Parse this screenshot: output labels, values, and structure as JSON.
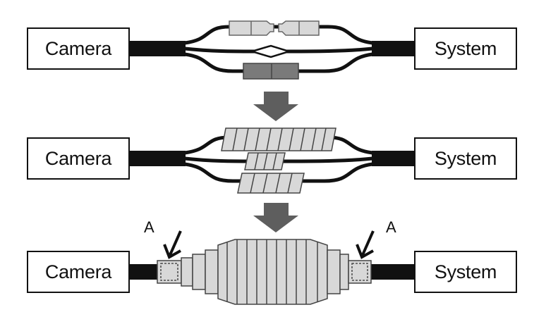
{
  "diagram": {
    "step1": {
      "left_label": "Camera",
      "right_label": "System"
    },
    "step2": {
      "left_label": "Camera",
      "right_label": "System"
    },
    "step3": {
      "left_label": "Camera",
      "right_label": "System",
      "marker_left": "A",
      "marker_right": "A"
    }
  },
  "colors": {
    "ink": "#111111",
    "connector_fill": "#d8d8d8",
    "connector_dark": "#7a7a7a",
    "arrow": "#5e5e5e",
    "tape": "#dadada"
  }
}
